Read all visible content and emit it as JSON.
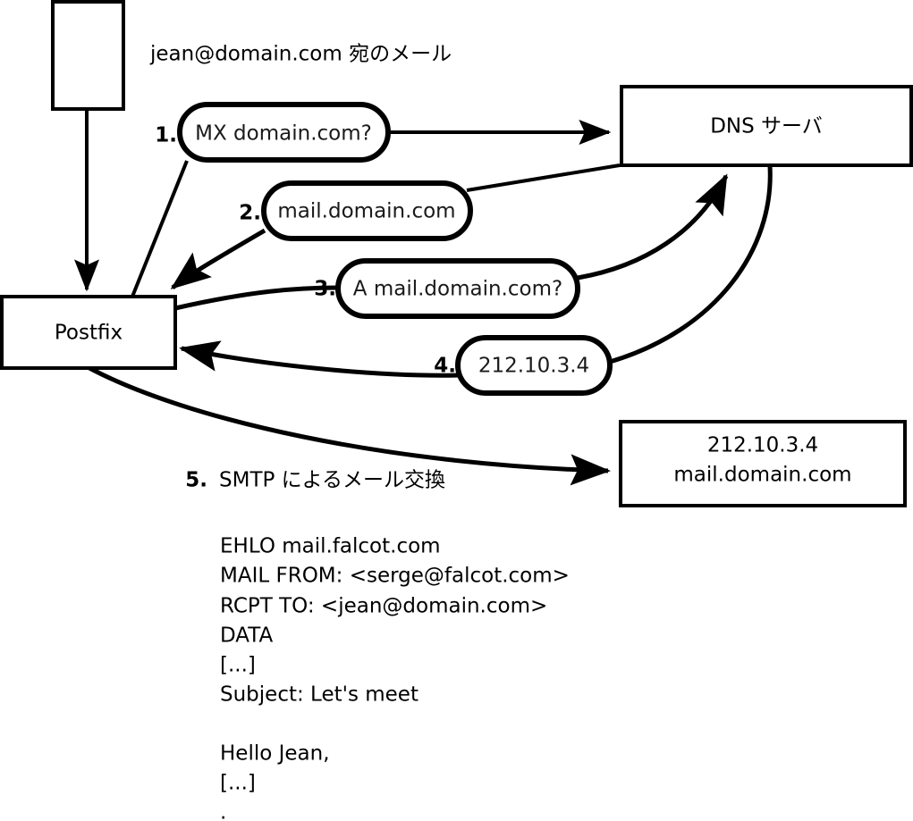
{
  "diagram": {
    "title_note": "jean@domain.com 宛のメール",
    "nodes": [
      {
        "id": "sender-host",
        "label": ""
      },
      {
        "id": "postfix",
        "label": "Postfix"
      },
      {
        "id": "dns-server",
        "label": "DNS サーバ"
      },
      {
        "id": "mail-server",
        "line1": "212.10.3.4",
        "line2": "mail.domain.com"
      }
    ],
    "steps": [
      {
        "num": "1.",
        "bubble": "MX domain.com?"
      },
      {
        "num": "2.",
        "bubble": "mail.domain.com"
      },
      {
        "num": "3.",
        "bubble": "A mail.domain.com?"
      },
      {
        "num": "4.",
        "bubble": "212.10.3.4"
      },
      {
        "num": "5.",
        "caption": "SMTP によるメール交換"
      }
    ],
    "smtp_transcript": [
      "EHLO mail.falcot.com",
      "MAIL FROM: <serge@falcot.com>",
      "RCPT TO: <jean@domain.com>",
      "DATA",
      "[...]",
      "Subject: Let's meet",
      "",
      "Hello Jean,",
      "[...]",
      "."
    ],
    "colors": {
      "stroke": "#000000",
      "fill": "#ffffff",
      "text": "#000000"
    }
  }
}
